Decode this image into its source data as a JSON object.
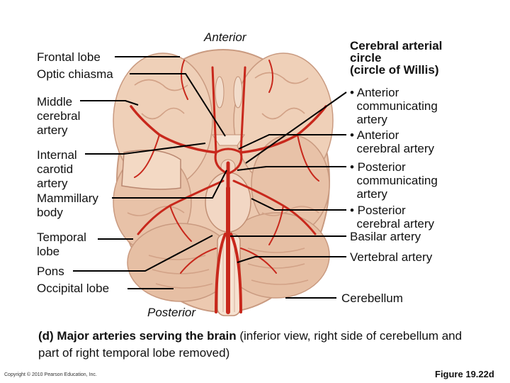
{
  "orientation": {
    "anterior": "Anterior",
    "posterior": "Posterior"
  },
  "left_labels": {
    "frontal_lobe": "Frontal lobe",
    "optic_chiasma": "Optic chiasma",
    "middle_cerebral_artery": "Middle\ncerebral\nartery",
    "internal_carotid_artery": "Internal\ncarotid\nartery",
    "mammillary_body": "Mammillary\nbody",
    "temporal_lobe": "Temporal\nlobe",
    "pons": "Pons",
    "occipital_lobe": "Occipital lobe"
  },
  "right_labels": {
    "circle_heading": "Cerebral arterial\ncircle\n(circle of Willis)",
    "anterior_communicating": "• Anterior\n  communicating\n  artery",
    "anterior_cerebral": "• Anterior\n  cerebral artery",
    "posterior_communicating": "• Posterior\n  communicating\n  artery",
    "posterior_cerebral": "• Posterior\n  cerebral artery",
    "basilar_artery": "Basilar artery",
    "vertebral_artery": "Vertebral artery",
    "cerebellum": "Cerebellum"
  },
  "caption": {
    "head": "(d) Major arteries serving the brain",
    "rest": " (inferior view, right side of cerebellum and part of right temporal lobe removed)"
  },
  "copyright": "Copyright © 2010 Pearson Education, Inc.",
  "figure_number": "Figure 19.22d",
  "colors": {
    "brain": "#ecc9b0",
    "brain_shade": "#d9a98c",
    "artery": "#c8281c",
    "leader": "#000000"
  }
}
